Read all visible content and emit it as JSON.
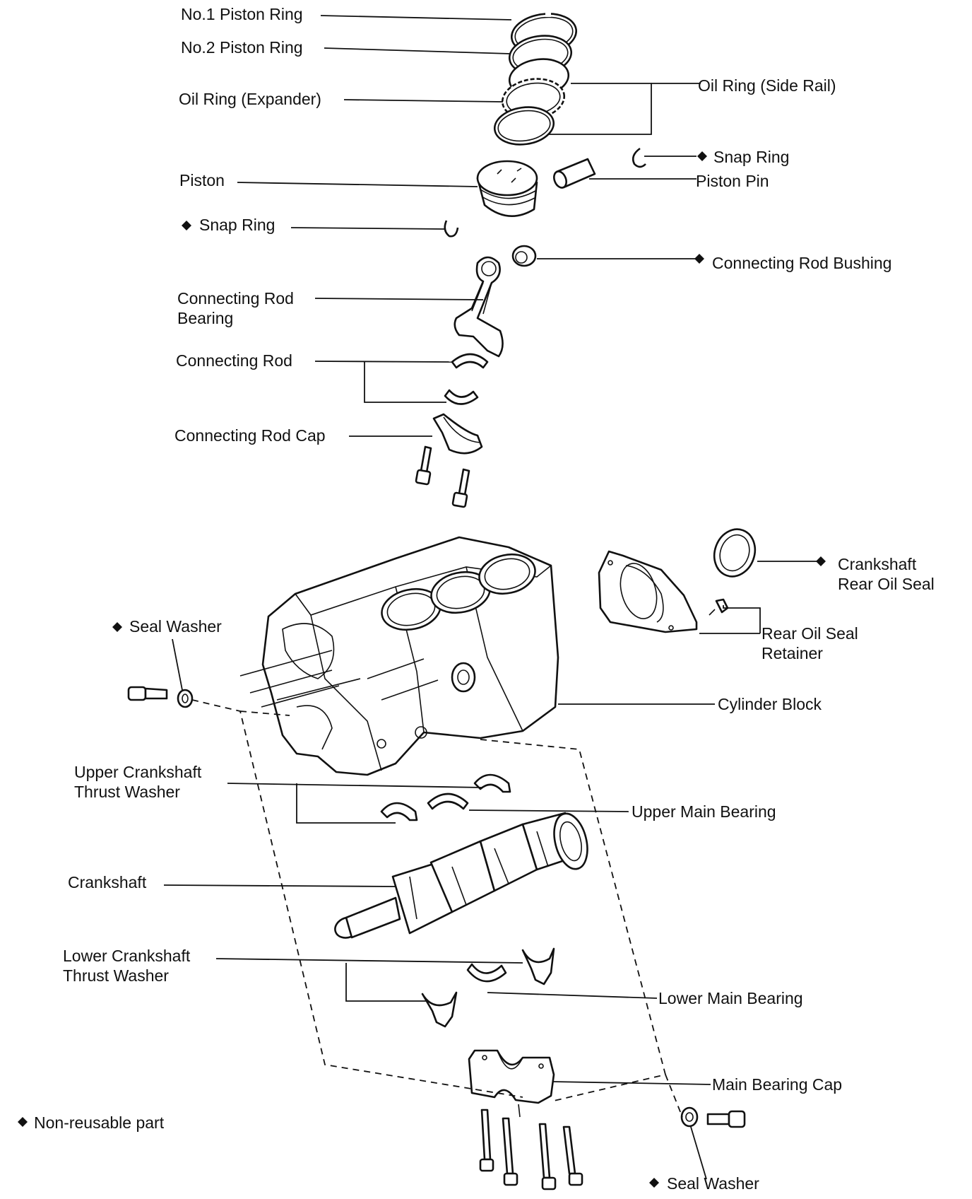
{
  "labels": {
    "no1_piston_ring": "No.1 Piston Ring",
    "no2_piston_ring": "No.2 Piston Ring",
    "oil_ring_expander": "Oil Ring (Expander)",
    "oil_ring_side_rail": "Oil Ring (Side Rail)",
    "snap_ring_right": "Snap Ring",
    "piston": "Piston",
    "piston_pin": "Piston Pin",
    "snap_ring_left": "Snap Ring",
    "connecting_rod_bushing": "Connecting Rod Bushing",
    "connecting_rod_bearing_1": "Connecting Rod",
    "connecting_rod_bearing_2": "Bearing",
    "connecting_rod": "Connecting Rod",
    "connecting_rod_cap": "Connecting Rod Cap",
    "crankshaft_rear_oil_seal_1": "Crankshaft",
    "crankshaft_rear_oil_seal_2": "Rear Oil Seal",
    "seal_washer_top": "Seal Washer",
    "rear_oil_seal_retainer_1": "Rear Oil Seal",
    "rear_oil_seal_retainer_2": "Retainer",
    "cylinder_block": "Cylinder Block",
    "upper_thrust_washer_1": "Upper Crankshaft",
    "upper_thrust_washer_2": "Thrust Washer",
    "upper_main_bearing": "Upper Main Bearing",
    "crankshaft": "Crankshaft",
    "lower_thrust_washer_1": "Lower Crankshaft",
    "lower_thrust_washer_2": "Thrust Washer",
    "lower_main_bearing": "Lower Main Bearing",
    "main_bearing_cap": "Main Bearing Cap",
    "legend": "Non-reusable part",
    "seal_washer_bottom": "Seal Washer"
  },
  "legend_marker": "diamond"
}
